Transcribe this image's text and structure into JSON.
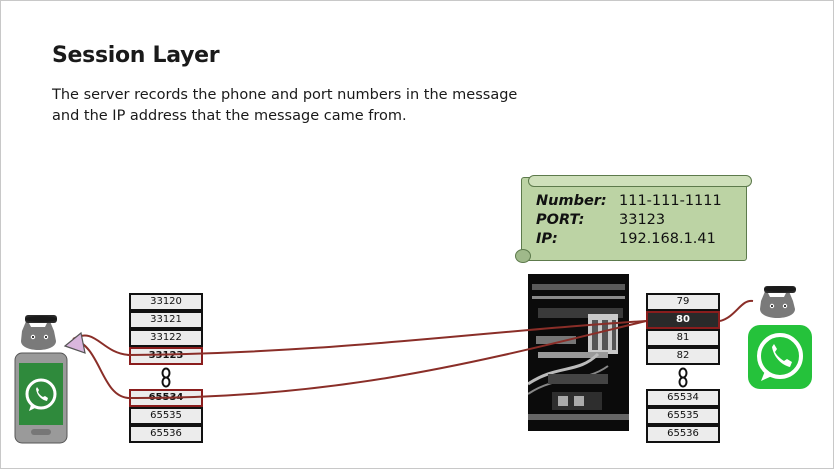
{
  "slide": {
    "title": "Session Layer",
    "body": "The server records the phone and port numbers in the message and the IP address that the message came from."
  },
  "message_card": {
    "rows": [
      {
        "key": "Number:",
        "value": "111-111-1111"
      },
      {
        "key": "PORT:",
        "value": "33123"
      },
      {
        "key": "IP:",
        "value": "192.168.1.41"
      }
    ]
  },
  "phone_ports": {
    "top": [
      "33120",
      "33121",
      "33122",
      "33123"
    ],
    "bottom": [
      "65534",
      "65535",
      "65536"
    ],
    "highlighted": [
      "33123",
      "65534"
    ]
  },
  "server_ports": {
    "top": [
      "79",
      "80",
      "81",
      "82"
    ],
    "bottom": [
      "65534",
      "65535",
      "65536"
    ],
    "highlighted": [
      "80"
    ]
  },
  "colors": {
    "connection": "#8a2e28",
    "card": "#bcd3a4",
    "whatsapp_green": "#25c23b",
    "highlight_border": "#8a1d1d"
  },
  "icons": {
    "left_device": "phone-whatsapp-icon",
    "right_app": "whatsapp-app-icon",
    "mascot": "cat-mascot-icon"
  }
}
